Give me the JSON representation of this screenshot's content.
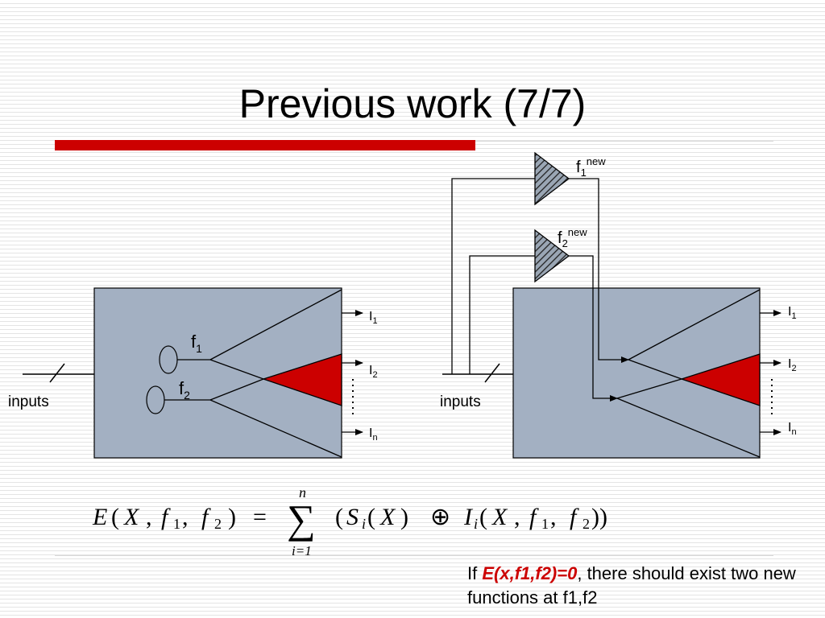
{
  "slide": {
    "title": "Previous work (7/7)",
    "accent_color": "#cc0000",
    "box_color": "#a3b0c2"
  },
  "left_diagram": {
    "inputs_label": "inputs",
    "f1_label": "f",
    "f1_sub": "1",
    "f2_label": "f",
    "f2_sub": "2",
    "outputs": [
      {
        "label": "I",
        "sub": "1"
      },
      {
        "label": "I",
        "sub": "2"
      },
      {
        "label": "I",
        "sub": "n"
      }
    ]
  },
  "right_diagram": {
    "inputs_label": "inputs",
    "f1_new_label": "f",
    "f1_new_sub": "1",
    "f1_new_sup": "new",
    "f2_new_label": "f",
    "f2_new_sub": "2",
    "f2_new_sup": "new",
    "outputs": [
      {
        "label": "I",
        "sub": "1"
      },
      {
        "label": "I",
        "sub": "2"
      },
      {
        "label": "I",
        "sub": "n"
      }
    ]
  },
  "formula": {
    "E": "E",
    "open": "(",
    "X": "X",
    "comma": ",",
    "f": "f",
    "one": "1",
    "two": "2",
    "close": ")",
    "equals": "=",
    "sum_top": "n",
    "sum_bottom": "i=1",
    "sum_symbol": "∑",
    "S": "S",
    "i": "i",
    "oplus": "⊕",
    "I": "I",
    "close2": "))"
  },
  "note": {
    "prefix": "If ",
    "highlight": "E(x,f1,f2)=0",
    "suffix": ", there should exist two new functions at f1,f2"
  }
}
